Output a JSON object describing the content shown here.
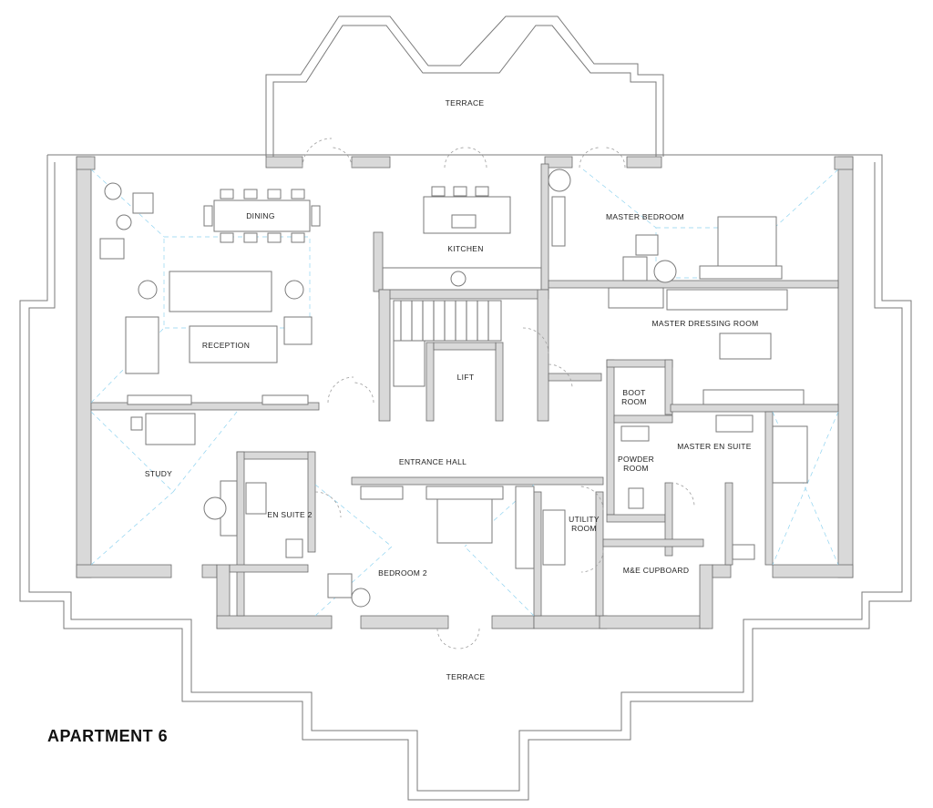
{
  "apartment_title": "APARTMENT 6",
  "rooms": {
    "terrace_north": "TERRACE",
    "dining": "DINING",
    "kitchen": "KITCHEN",
    "master_bedroom": "MASTER BEDROOM",
    "reception": "RECEPTION",
    "master_dressing_room": "MASTER DRESSING ROOM",
    "lift": "LIFT",
    "boot_room_1": "BOOT",
    "boot_room_2": "ROOM",
    "study": "STUDY",
    "entrance_hall": "ENTRANCE HALL",
    "powder_room_1": "POWDER",
    "powder_room_2": "ROOM",
    "master_en_suite": "MASTER EN SUITE",
    "en_suite_2": "EN SUITE 2",
    "utility_room_1": "UTILITY",
    "utility_room_2": "ROOM",
    "bedroom_2": "BEDROOM 2",
    "me_cupboard": "M&E CUPBOARD",
    "terrace_south": "TERRACE"
  }
}
